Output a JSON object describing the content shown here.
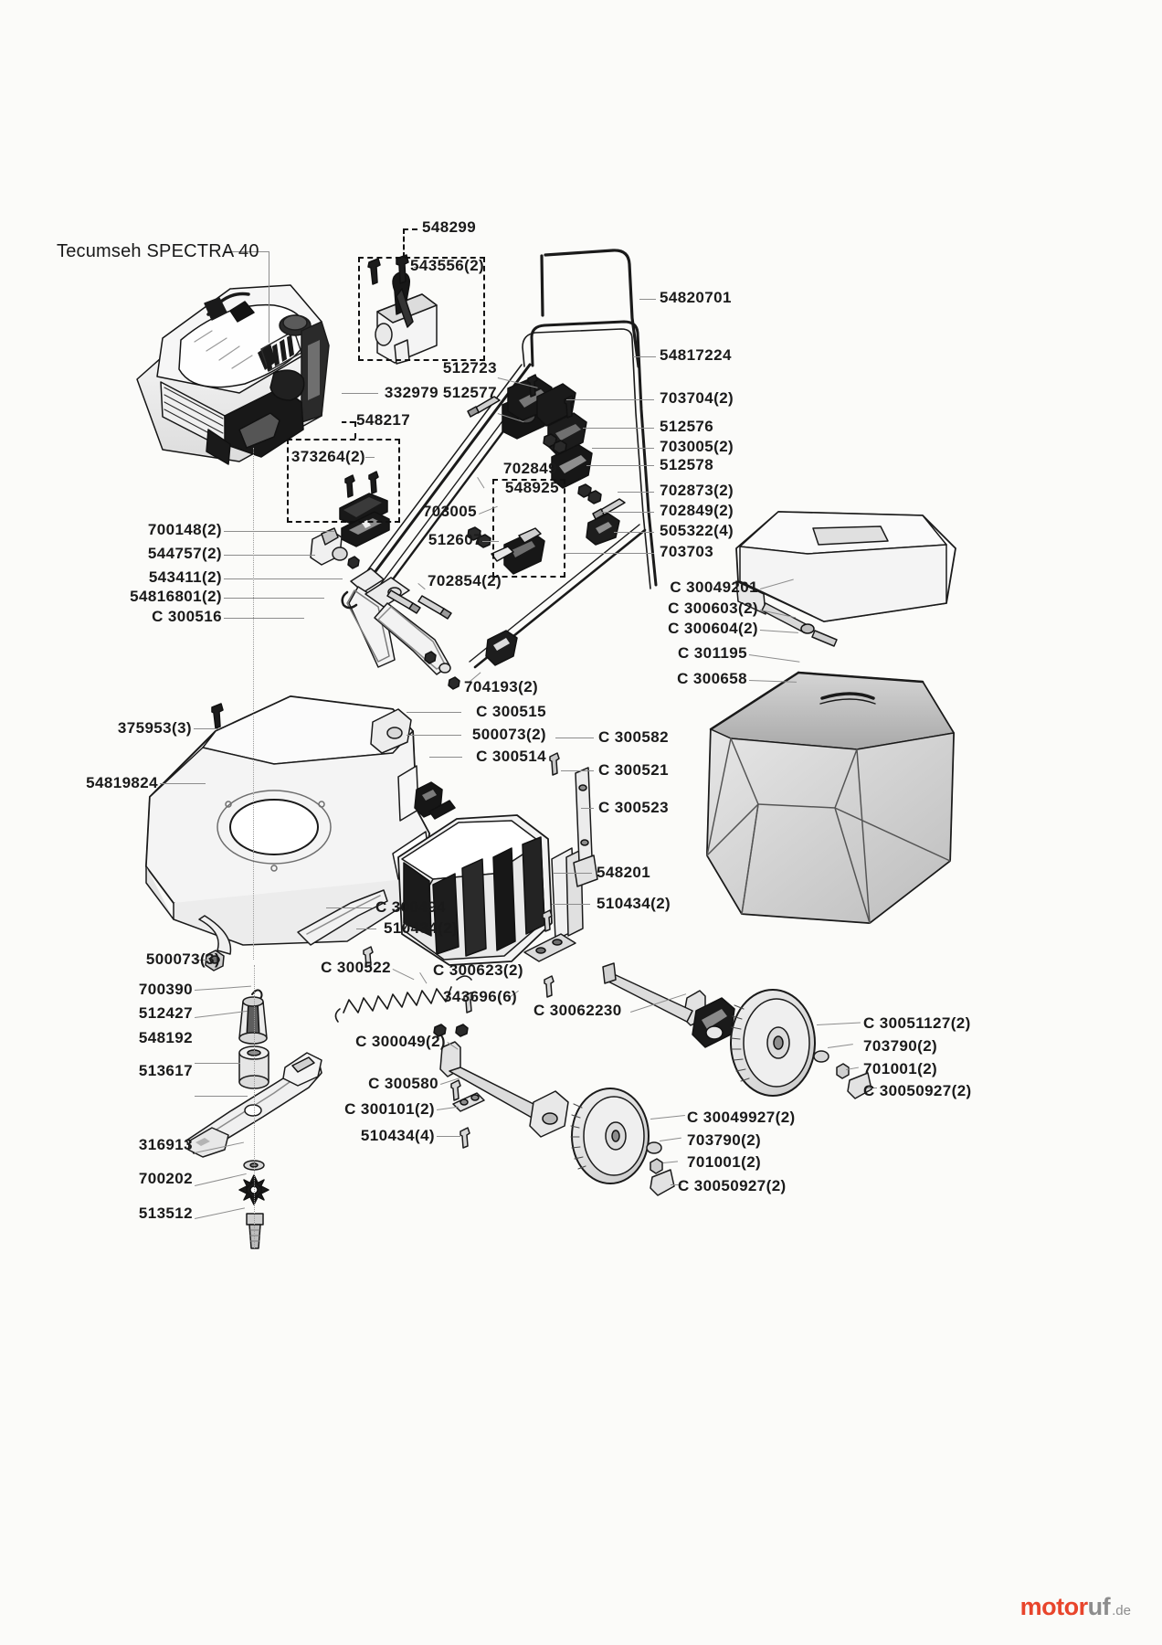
{
  "document": {
    "title": "Tecumseh SPECTRA 40",
    "engine_label": "Tecumseh SPECTRA 40",
    "watermark": {
      "part1": "motor",
      "part2": "uf",
      "suffix": ".de"
    },
    "background_color": "#fbfbf9",
    "ink_color": "#1a1a1a",
    "leader_color": "#8d8d8d",
    "accent_color": "#e8452c"
  },
  "labels": {
    "engine_kit": "548299",
    "screws_543556": "543556(2)",
    "bracket_512723": "512723",
    "rod_332979": "332979",
    "bolt_512577": "512577",
    "kit_548217": "548217",
    "screws_373264": "373264(2)",
    "handle_upper": "54820701",
    "handle_lower": "54817224",
    "screw_703704": "703704(2)",
    "clamp_512576": "512576",
    "nut_703005_2": "703005(2)",
    "clamp_512578": "512578",
    "screw_702873": "702873(2)",
    "screw_702849_2": "702849(2)",
    "cap_505322": "505322(4)",
    "screw_703703": "703703",
    "washer_702849": "702849",
    "kit_548925": "548925",
    "nut_703005": "703005",
    "lever_512607": "512607",
    "bolt_700148": "700148(2)",
    "knob_544757": "544757(2)",
    "pin_543411": "543411(2)",
    "bracket_54816801": "54816801(2)",
    "clip_c300516": "C 300516",
    "screw_702854": "702854(2)",
    "clip_704193": "704193(2)",
    "clip_c300515": "C 300515",
    "nut_500073_2": "500073(2)",
    "clip_c300514": "C 300514",
    "screw_375953": "375953(3)",
    "deck_54819824": "54819824",
    "plate_c300582": "C 300582",
    "screw_c300521": "C 300521",
    "bracket_c300523": "C 300523",
    "chute_548201": "548201",
    "screw_510434_2b": "510434(2)",
    "baffle_c300494": "C 300494",
    "screw_510434_2": "510434(2)",
    "spring_c300522": "C 300522",
    "screw_c300623": "C 300623(2)",
    "rivet_343696": "343696(6)",
    "axle_c30062230": "C 30062230",
    "bracket_c300049": "C 300049(2)",
    "rod_c300580": "C 300580",
    "clip_c300101": "C 300101(2)",
    "screw_510434_4": "510434(4)",
    "nut_500073_3": "500073(3)",
    "washer_700390": "700390",
    "cone_512427": "512427",
    "spacer_548192": "548192",
    "blade_513617": "513617",
    "washer_316913": "316913",
    "starwasher_700202": "700202",
    "bolt_513512": "513512",
    "cover_c30049201": "C 30049201",
    "screw_c300603": "C 300603(2)",
    "pin_c300604": "C 300604(2)",
    "frame_c301195": "C 301195",
    "bag_c300658": "C 300658",
    "hub_c30051127": "C 30051127(2)",
    "washer_703790_r": "703790(2)",
    "nut_701001_r": "701001(2)",
    "cap_c30050927_r": "C 30050927(2)",
    "hub_c30049927": "C 30049927(2)",
    "washer_703790_f": "703790(2)",
    "nut_701001_f": "701001(2)",
    "cap_c30050927_f": "C 30050927(2)"
  }
}
